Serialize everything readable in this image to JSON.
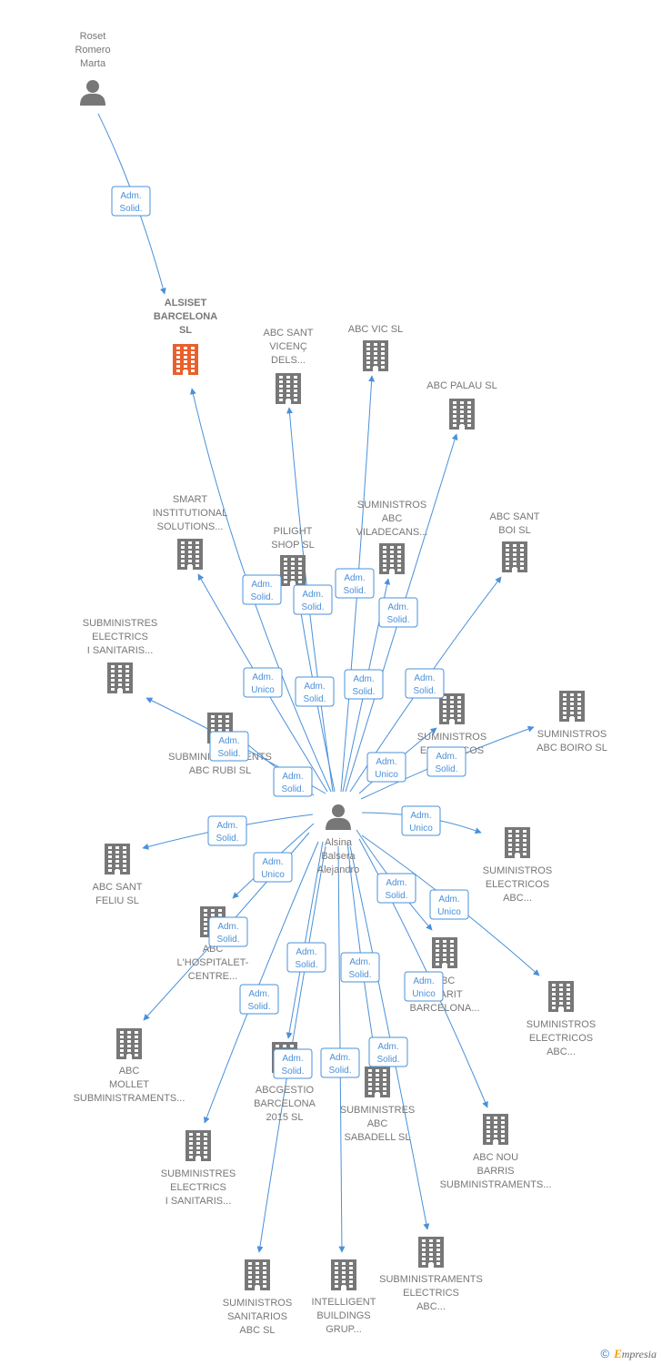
{
  "colors": {
    "edge": "#4a90d9",
    "building": "#777777",
    "main_building": "#e8602c",
    "person": "#777777"
  },
  "footer": {
    "copyright_symbol": "©",
    "brand_first": "E",
    "brand_rest": "mpresia"
  },
  "nodes": [
    {
      "id": "roset",
      "type": "person",
      "label": [
        "Roset",
        "Romero",
        "Marta"
      ]
    },
    {
      "id": "alsina",
      "type": "person",
      "label": [
        "Alsina",
        "Balsera",
        "Alejandro"
      ]
    },
    {
      "id": "alsiset",
      "type": "company",
      "main": true,
      "label": [
        "ALSISET",
        "BARCELONA",
        "SL"
      ]
    },
    {
      "id": "abc_sant_vicenc",
      "type": "company",
      "label": [
        "ABC SANT",
        "VICENÇ",
        "DELS..."
      ]
    },
    {
      "id": "abc_vic",
      "type": "company",
      "label": [
        "ABC VIC  SL"
      ]
    },
    {
      "id": "abc_palau",
      "type": "company",
      "label": [
        "ABC PALAU SL"
      ]
    },
    {
      "id": "smart",
      "type": "company",
      "label": [
        "SMART",
        "INSTITUTIONAL",
        "SOLUTIONS..."
      ]
    },
    {
      "id": "pilight",
      "type": "company",
      "label": [
        "PILIGHT",
        "SHOP  SL"
      ]
    },
    {
      "id": "sum_viladecans",
      "type": "company",
      "label": [
        "SUMINISTROS",
        "ABC",
        "VILADECANS..."
      ]
    },
    {
      "id": "abc_sant_boi",
      "type": "company",
      "label": [
        "ABC SANT",
        "BOI  SL"
      ]
    },
    {
      "id": "subm_elec_1",
      "type": "company",
      "label": [
        "SUBMINISTRES",
        "ELECTRICS",
        "I SANITARIS..."
      ]
    },
    {
      "id": "sum_electricos_top",
      "type": "company",
      "label": [
        "SUMINISTROS",
        "ELECTRICOS"
      ]
    },
    {
      "id": "sum_boiro",
      "type": "company",
      "label": [
        "SUMINISTROS",
        "ABC BOIRO  SL"
      ]
    },
    {
      "id": "subm_rubi",
      "type": "company",
      "label": [
        "SUBMINISTRAMENTS",
        "ABC RUBI SL"
      ]
    },
    {
      "id": "abc_sant_feliu",
      "type": "company",
      "label": [
        "ABC SANT",
        "FELIU SL"
      ]
    },
    {
      "id": "sum_electricos_2",
      "type": "company",
      "label": [
        "SUMINISTROS",
        "ELECTRICOS",
        "ABC..."
      ]
    },
    {
      "id": "abc_hospitalet",
      "type": "company",
      "label": [
        "ABC",
        "L'HOSPITALET-",
        "CENTRE..."
      ]
    },
    {
      "id": "abc_clarit",
      "type": "company",
      "label": [
        "ABC",
        "CLARIT",
        "BARCELONA..."
      ]
    },
    {
      "id": "sum_electricos_3",
      "type": "company",
      "label": [
        "SUMINISTROS",
        "ELECTRICOS",
        "ABC..."
      ]
    },
    {
      "id": "abc_mollet",
      "type": "company",
      "label": [
        "ABC",
        "MOLLET",
        "SUBMINISTRAMENTS..."
      ]
    },
    {
      "id": "abcgestio",
      "type": "company",
      "label": [
        "ABCGESTIO",
        "BARCELONA",
        "2015  SL"
      ]
    },
    {
      "id": "subm_sabadell",
      "type": "company",
      "label": [
        "SUBMINISTRES",
        "ABC",
        "SABADELL SL"
      ]
    },
    {
      "id": "abc_nou_barris",
      "type": "company",
      "label": [
        "ABC NOU",
        "BARRIS",
        "SUBMINISTRAMENTS..."
      ]
    },
    {
      "id": "subm_elec_2",
      "type": "company",
      "label": [
        "SUBMINISTRES",
        "ELECTRICS",
        "I SANITARIS..."
      ]
    },
    {
      "id": "sum_sanitarios",
      "type": "company",
      "label": [
        "SUMINISTROS",
        "SANITARIOS",
        "ABC  SL"
      ]
    },
    {
      "id": "intelligent",
      "type": "company",
      "label": [
        "INTELLIGENT",
        "BUILDINGS",
        "GRUP..."
      ]
    },
    {
      "id": "subm_elec_abc",
      "type": "company",
      "label": [
        "SUBMINISTRAMENTS",
        "ELECTRICS",
        "ABC..."
      ]
    }
  ],
  "edges": [
    {
      "from": "roset",
      "to": "alsiset",
      "role": [
        "Adm.",
        "Solid."
      ]
    },
    {
      "from": "alsina",
      "to": "alsiset",
      "role": [
        "Adm.",
        "Solid."
      ]
    },
    {
      "from": "alsina",
      "to": "abc_sant_vicenc",
      "role": [
        "Adm.",
        "Solid."
      ]
    },
    {
      "from": "alsina",
      "to": "abc_vic",
      "role": [
        "Adm.",
        "Solid."
      ]
    },
    {
      "from": "alsina",
      "to": "abc_palau",
      "role": [
        "Adm.",
        "Solid."
      ]
    },
    {
      "from": "alsina",
      "to": "smart",
      "role": [
        "Adm.",
        "Unico"
      ]
    },
    {
      "from": "alsina",
      "to": "pilight",
      "role": [
        "Adm.",
        "Solid."
      ]
    },
    {
      "from": "alsina",
      "to": "sum_viladecans",
      "role": [
        "Adm.",
        "Solid."
      ]
    },
    {
      "from": "alsina",
      "to": "abc_sant_boi",
      "role": [
        "Adm.",
        "Solid."
      ]
    },
    {
      "from": "alsina",
      "to": "subm_elec_1",
      "role": [
        "Adm.",
        "Solid."
      ]
    },
    {
      "from": "alsina",
      "to": "sum_electricos_top",
      "role": [
        "Adm.",
        "Unico"
      ]
    },
    {
      "from": "alsina",
      "to": "sum_boiro",
      "role": [
        "Adm.",
        "Solid."
      ]
    },
    {
      "from": "alsina",
      "to": "subm_rubi",
      "role": [
        "Adm.",
        "Solid."
      ]
    },
    {
      "from": "alsina",
      "to": "abc_sant_feliu",
      "role": [
        "Adm.",
        "Solid."
      ]
    },
    {
      "from": "alsina",
      "to": "sum_electricos_2",
      "role": [
        "Adm.",
        "Unico"
      ]
    },
    {
      "from": "alsina",
      "to": "abc_hospitalet",
      "role": [
        "Adm.",
        "Unico"
      ]
    },
    {
      "from": "alsina",
      "to": "abc_clarit",
      "role": [
        "Adm.",
        "Solid."
      ]
    },
    {
      "from": "alsina",
      "to": "sum_electricos_3",
      "role": [
        "Adm.",
        "Unico"
      ]
    },
    {
      "from": "alsina",
      "to": "abc_mollet",
      "role": [
        "Adm.",
        "Solid."
      ]
    },
    {
      "from": "alsina",
      "to": "abcgestio",
      "role": [
        "Adm.",
        "Solid."
      ]
    },
    {
      "from": "alsina",
      "to": "subm_sabadell",
      "role": [
        "Adm.",
        "Solid."
      ]
    },
    {
      "from": "alsina",
      "to": "abc_nou_barris",
      "role": [
        "Adm.",
        "Unico"
      ]
    },
    {
      "from": "alsina",
      "to": "subm_elec_2",
      "role": [
        "Adm.",
        "Solid."
      ]
    },
    {
      "from": "alsina",
      "to": "sum_sanitarios",
      "role": [
        "Adm.",
        "Solid."
      ]
    },
    {
      "from": "alsina",
      "to": "intelligent",
      "role": [
        "Adm.",
        "Solid."
      ]
    },
    {
      "from": "alsina",
      "to": "subm_elec_abc",
      "role": [
        "Adm.",
        "Solid."
      ]
    }
  ]
}
